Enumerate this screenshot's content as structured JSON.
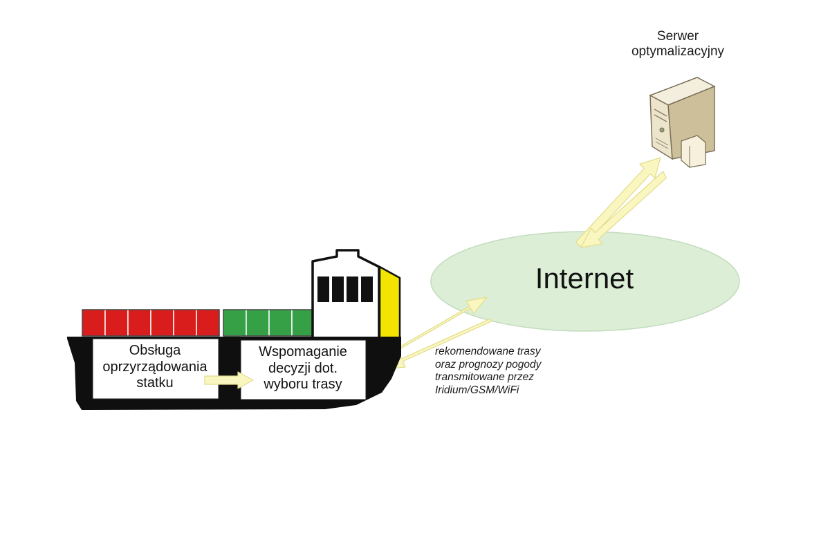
{
  "server": {
    "label_line1": "Serwer",
    "label_line2": "optymalizacyjny",
    "icon": "server-tower-icon"
  },
  "internet": {
    "label": "Internet"
  },
  "ship": {
    "icon": "container-ship-icon",
    "box1": {
      "line1": "Obsługa",
      "line2": "oprzyrządowania",
      "line3": "statku"
    },
    "box2": {
      "line1": "Wspomaganie",
      "line2": "decyzji dot.",
      "line3": "wyboru trasy"
    }
  },
  "transmission_note": {
    "line1": "rekomendowane trasy",
    "line2": "oraz prognozy pogody",
    "line3": "transmitowane przez",
    "line4": "Iridium/GSM/WiFi"
  },
  "colors": {
    "arrow_fill": "#faf6c0",
    "arrow_stroke": "#e2dc8a",
    "cloud_fill": "#dcefd6",
    "cloud_stroke": "#c2dbbd",
    "container_red": "#d91c1c",
    "container_green": "#35a046",
    "bridge_yellow": "#f2e400",
    "hull_black": "#0f0f0f",
    "server_body": "#ede4cc"
  }
}
